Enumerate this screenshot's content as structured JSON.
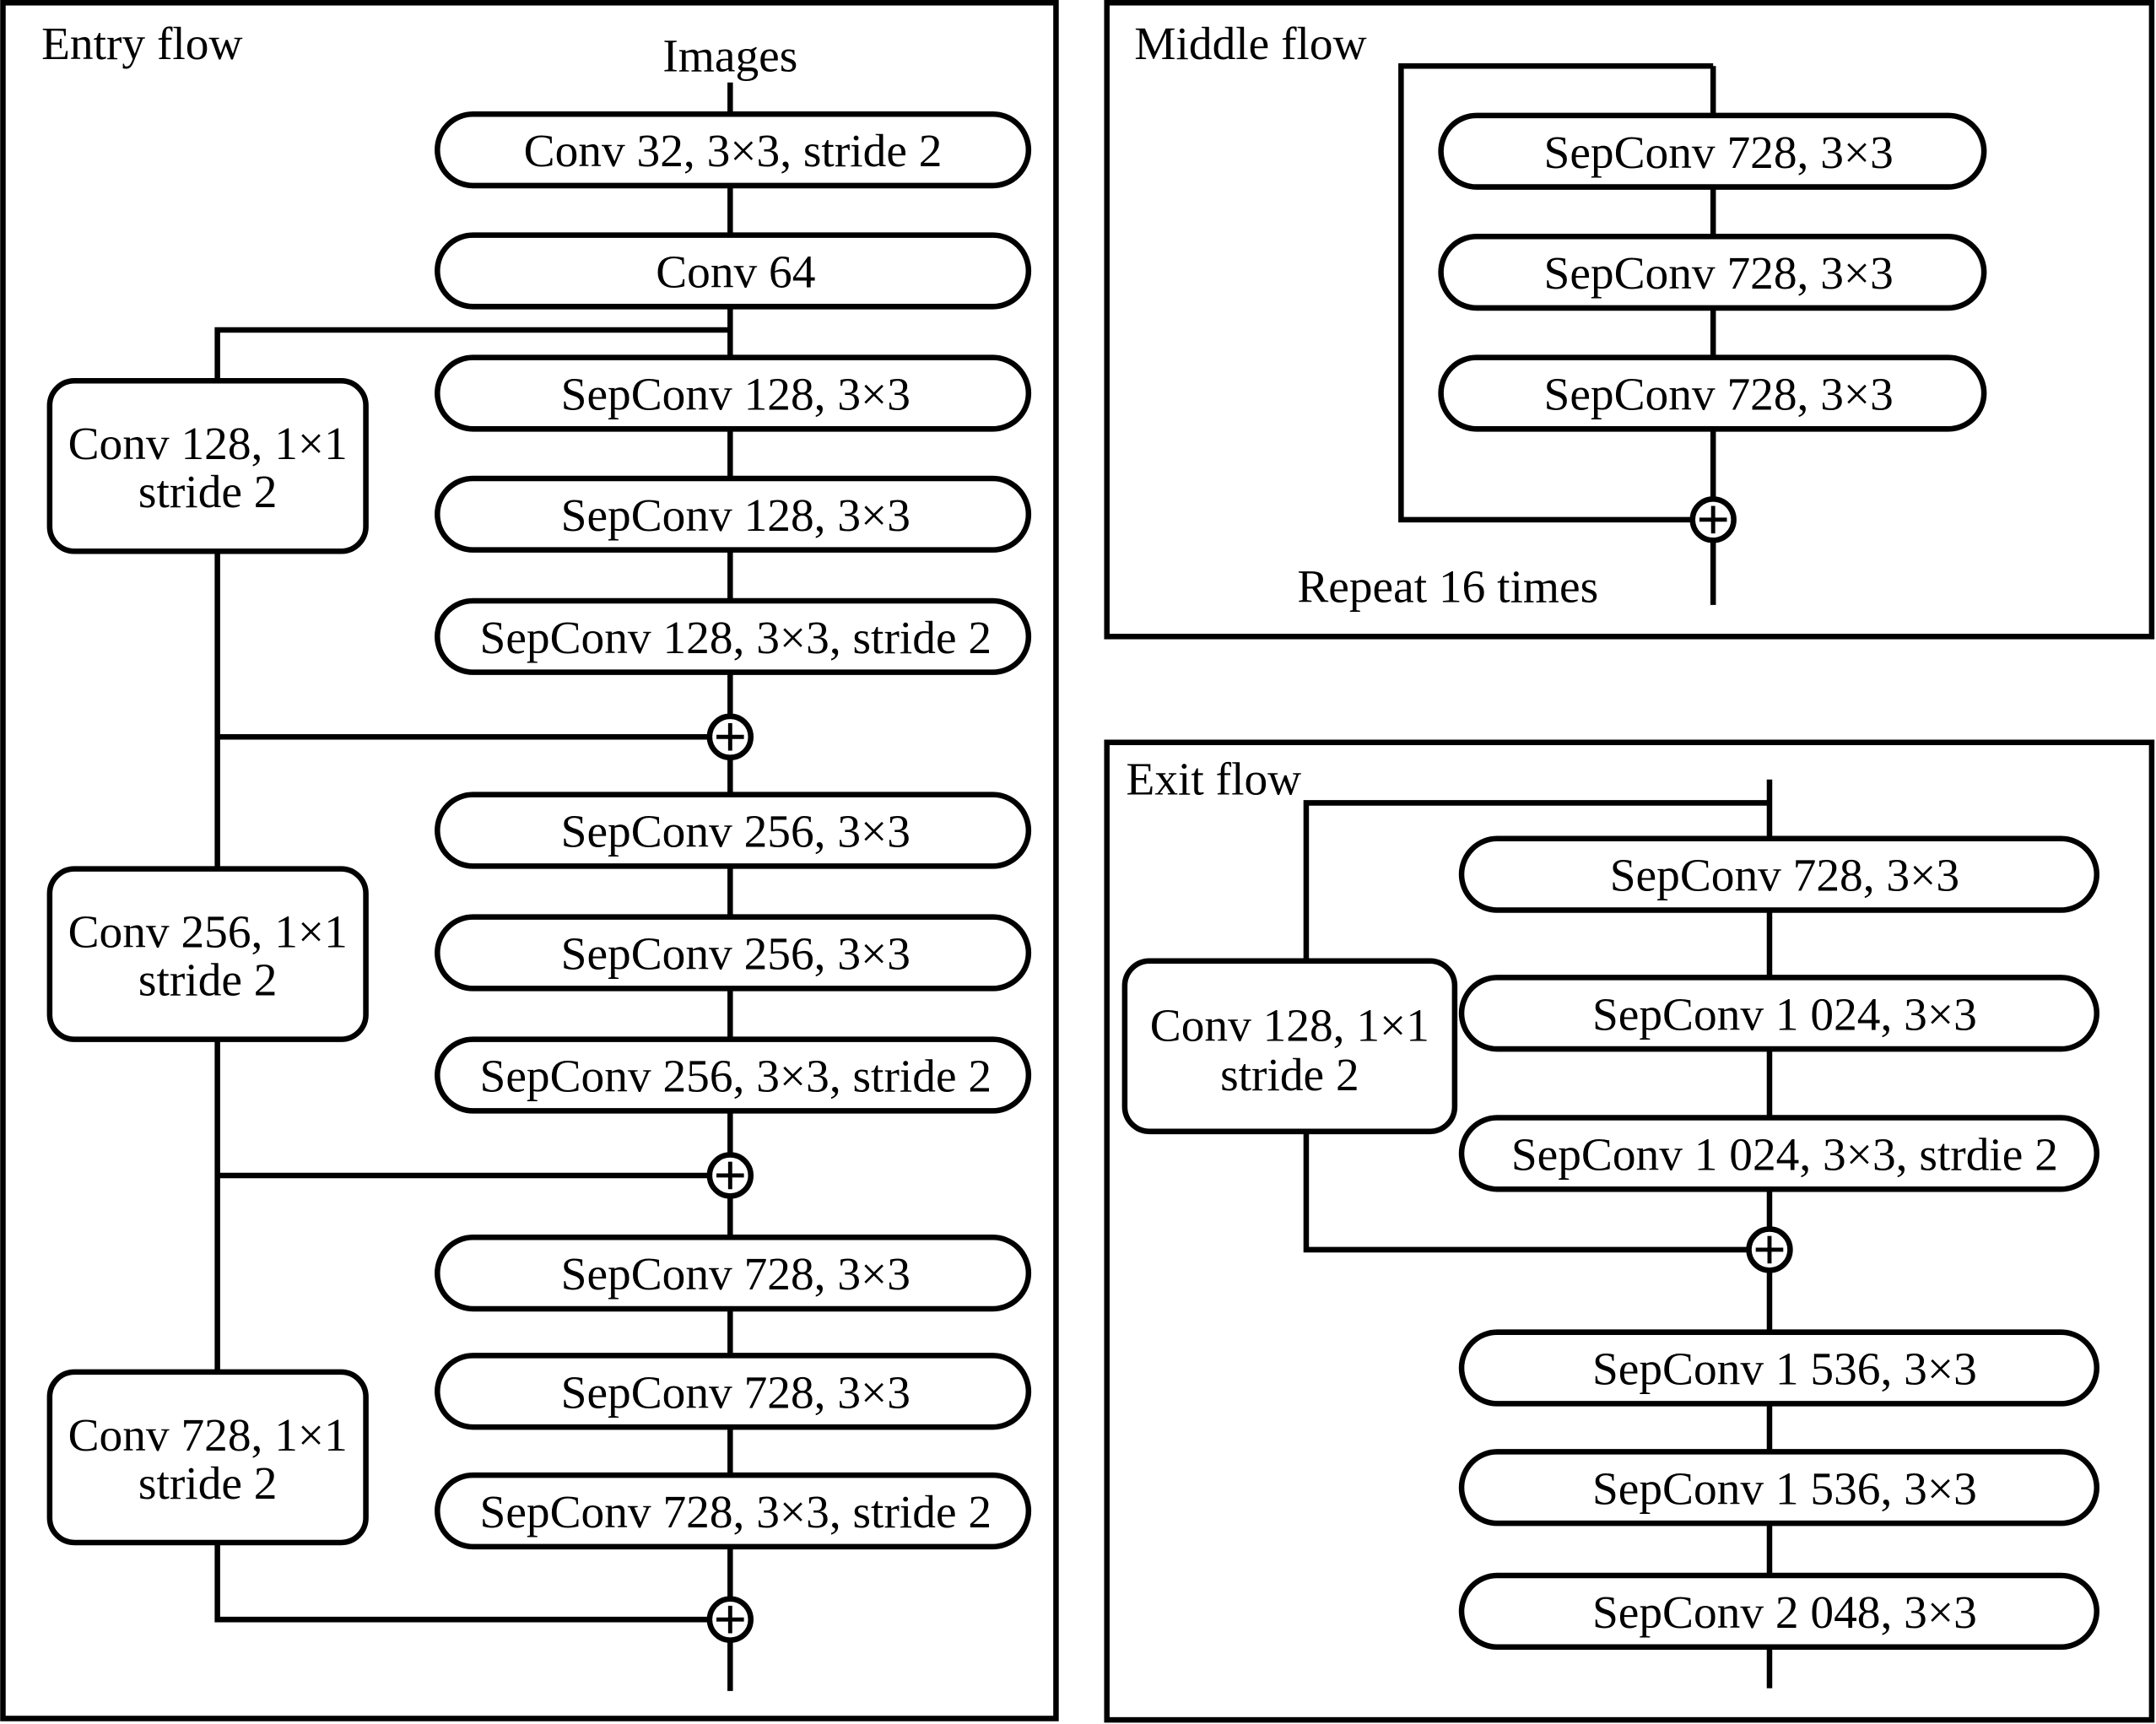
{
  "entry_flow": {
    "title": "Entry flow",
    "input_label": "Images",
    "main": [
      "Conv 32, 3×3, stride 2",
      "Conv 64",
      "SepConv 128, 3×3",
      "SepConv 128, 3×3",
      "SepConv 128, 3×3, stride 2",
      "SepConv 256, 3×3",
      "SepConv 256, 3×3",
      "SepConv 256, 3×3, stride 2",
      "SepConv 728, 3×3",
      "SepConv 728, 3×3",
      "SepConv 728, 3×3, stride 2"
    ],
    "shortcuts": [
      [
        "Conv 128, 1×1",
        "stride 2"
      ],
      [
        "Conv 256, 1×1",
        "stride 2"
      ],
      [
        "Conv 728, 1×1",
        "stride 2"
      ]
    ]
  },
  "middle_flow": {
    "title": "Middle flow",
    "main": [
      "SepConv 728, 3×3",
      "SepConv 728, 3×3",
      "SepConv 728, 3×3"
    ],
    "repeat_label": "Repeat 16 times"
  },
  "exit_flow": {
    "title": "Exit flow",
    "main": [
      "SepConv 728, 3×3",
      "SepConv 1 024, 3×3",
      "SepConv 1 024, 3×3, strdie 2",
      "SepConv 1 536, 3×3",
      "SepConv 1 536, 3×3",
      "SepConv 2 048, 3×3"
    ],
    "shortcut": [
      "Conv 128, 1×1",
      "stride 2"
    ]
  },
  "adder_symbol": "+"
}
